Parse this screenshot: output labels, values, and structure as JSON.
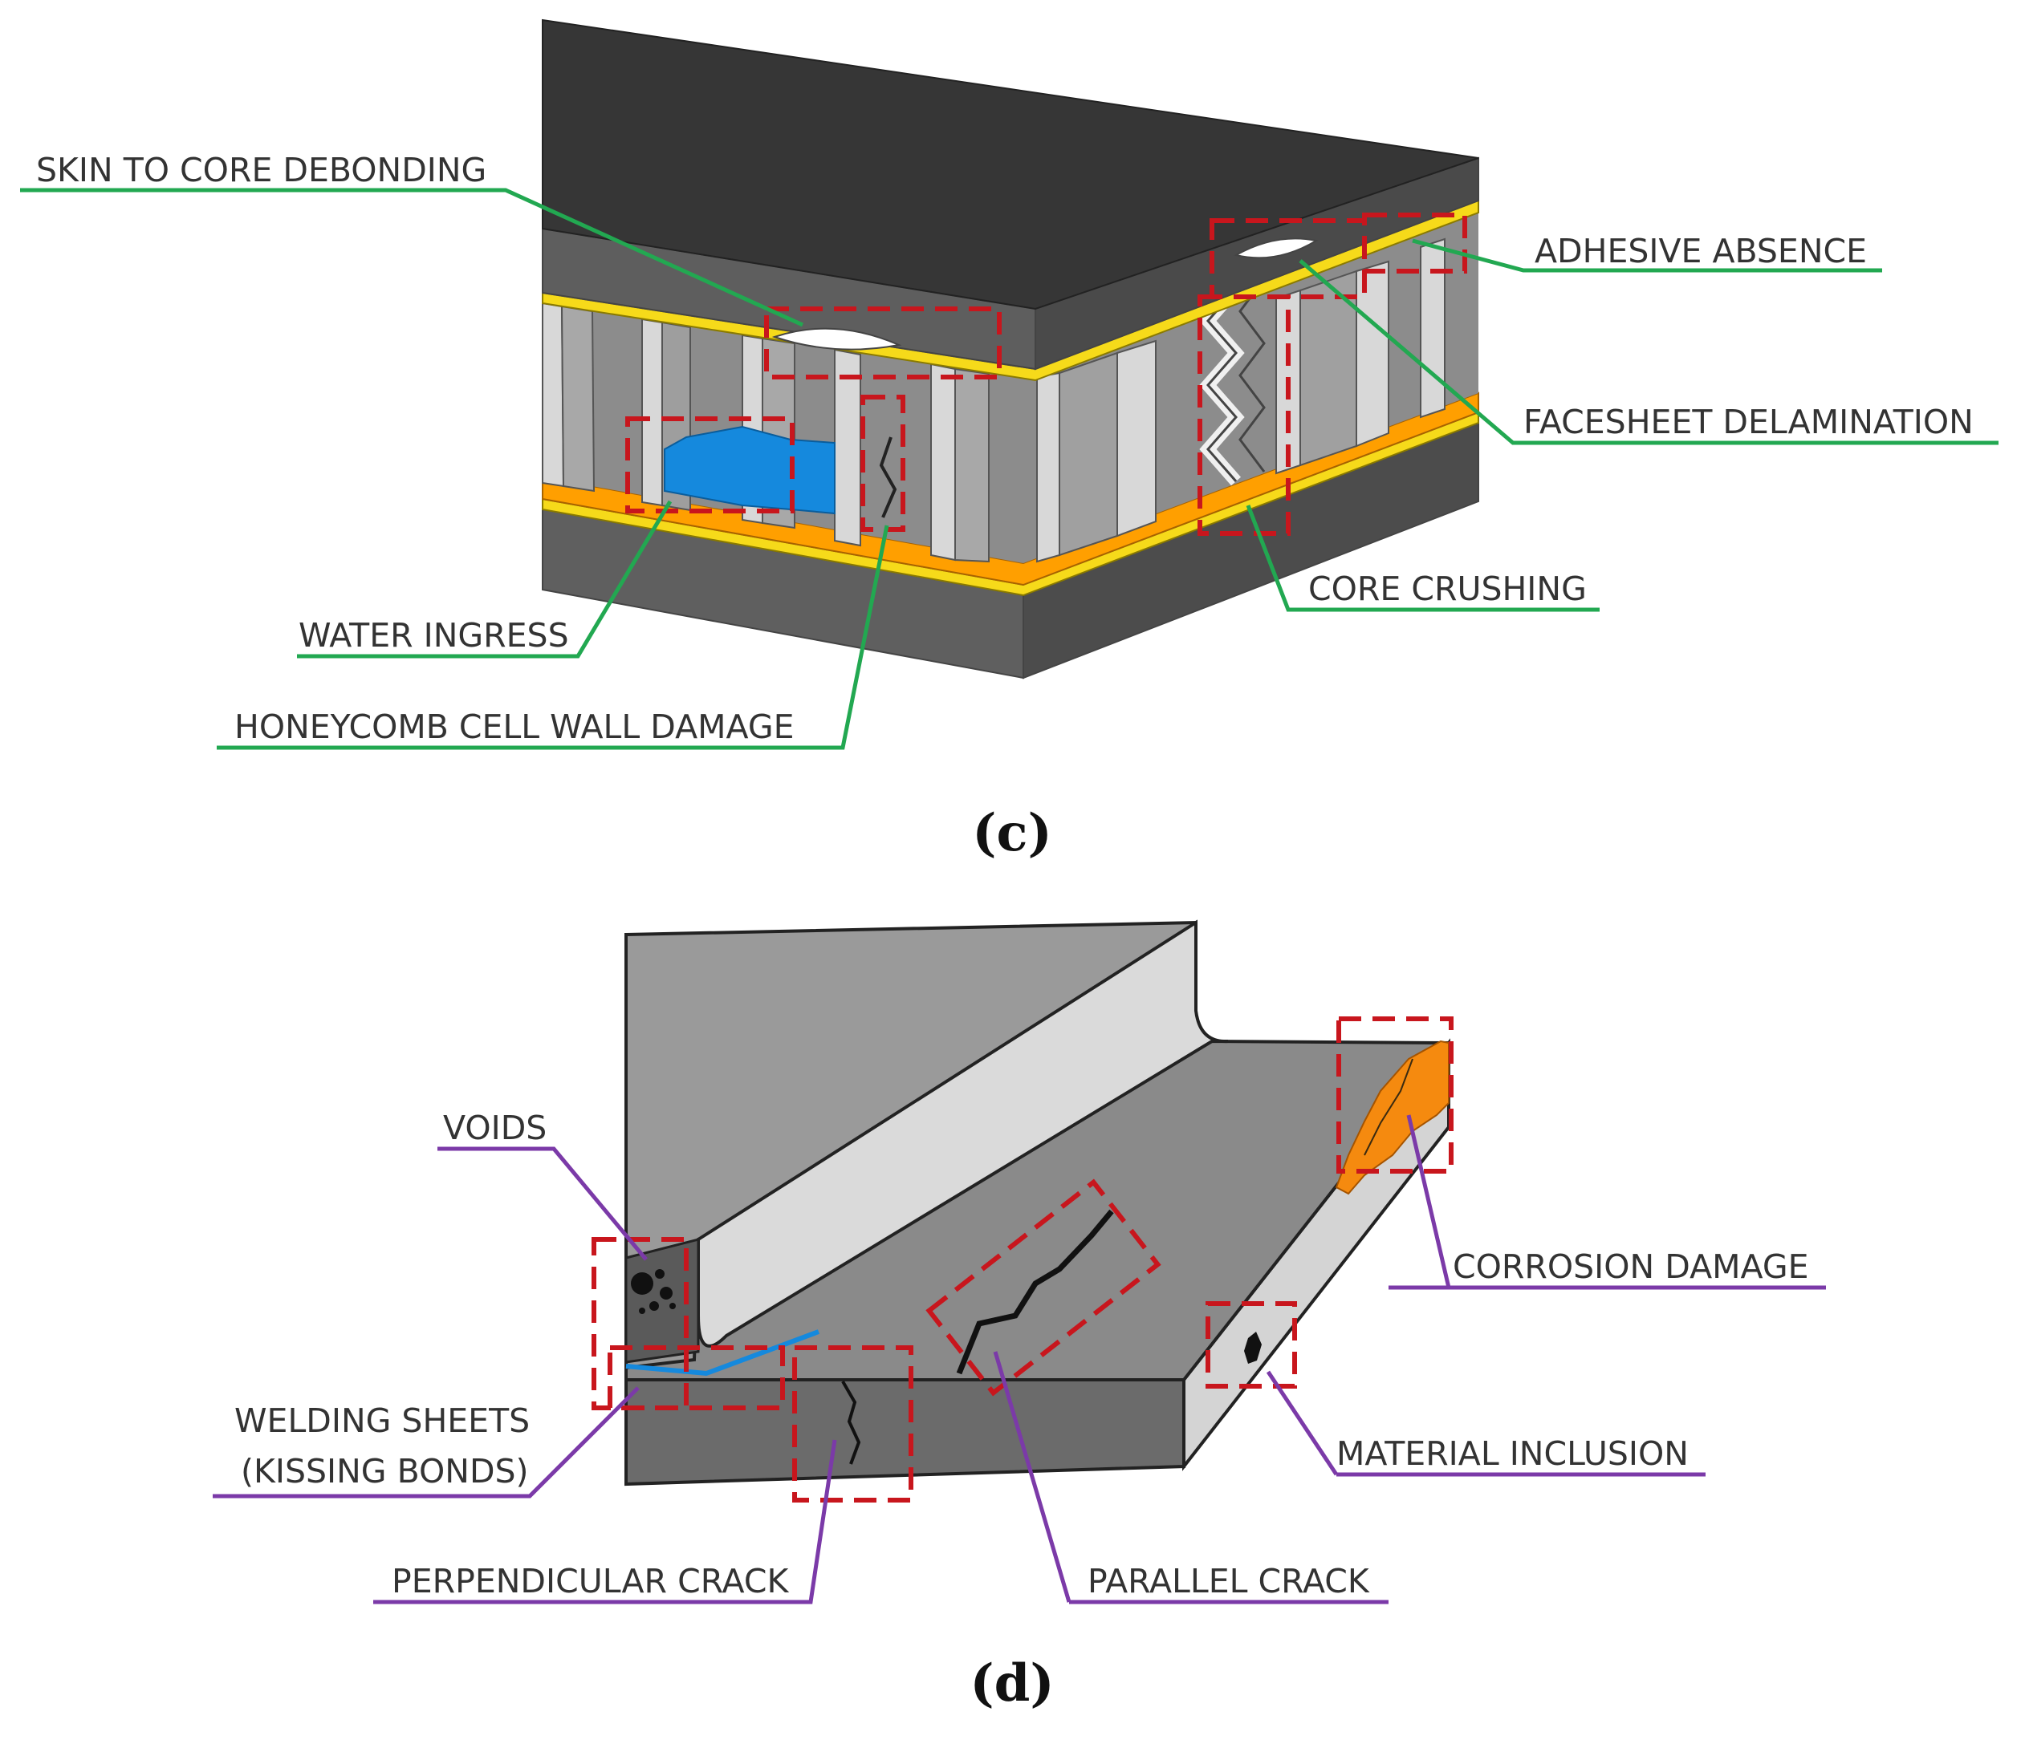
{
  "colors": {
    "skin_top": "#363636",
    "skin_side": "#5e5e5e",
    "core_wall": "#a9a9a9",
    "core_wall_light": "#d7d7d7",
    "adhesive": "#f6da1a",
    "adhesive_orange": "#ff9f00",
    "water": "#1589dd",
    "damage_box": "#c8161d",
    "leader_green": "#22a851",
    "leader_purple": "#7b3aa8",
    "corrosion": "#f58a0f",
    "part_face": "#8a8a8a",
    "part_side": "#d4d4d4",
    "part_front": "#6b6b6b"
  },
  "panel_c": {
    "caption": "(c)",
    "labels": {
      "skin_to_core": "SKIN TO CORE DEBONDING",
      "adhesive_absence": "ADHESIVE ABSENCE",
      "facesheet_delamination": "FACESHEET DELAMINATION",
      "core_crushing": "CORE CRUSHING",
      "water_ingress": "WATER INGRESS",
      "honeycomb_wall": "HONEYCOMB CELL WALL DAMAGE"
    }
  },
  "panel_d": {
    "caption": "(d)",
    "labels": {
      "voids": "VOIDS",
      "welding_line1": "WELDING SHEETS",
      "welding_line2": "(KISSING BONDS)",
      "perpendicular_crack": "PERPENDICULAR CRACK",
      "parallel_crack": "PARALLEL CRACK",
      "corrosion_damage": "CORROSION DAMAGE",
      "material_inclusion": "MATERIAL INCLUSION"
    }
  }
}
